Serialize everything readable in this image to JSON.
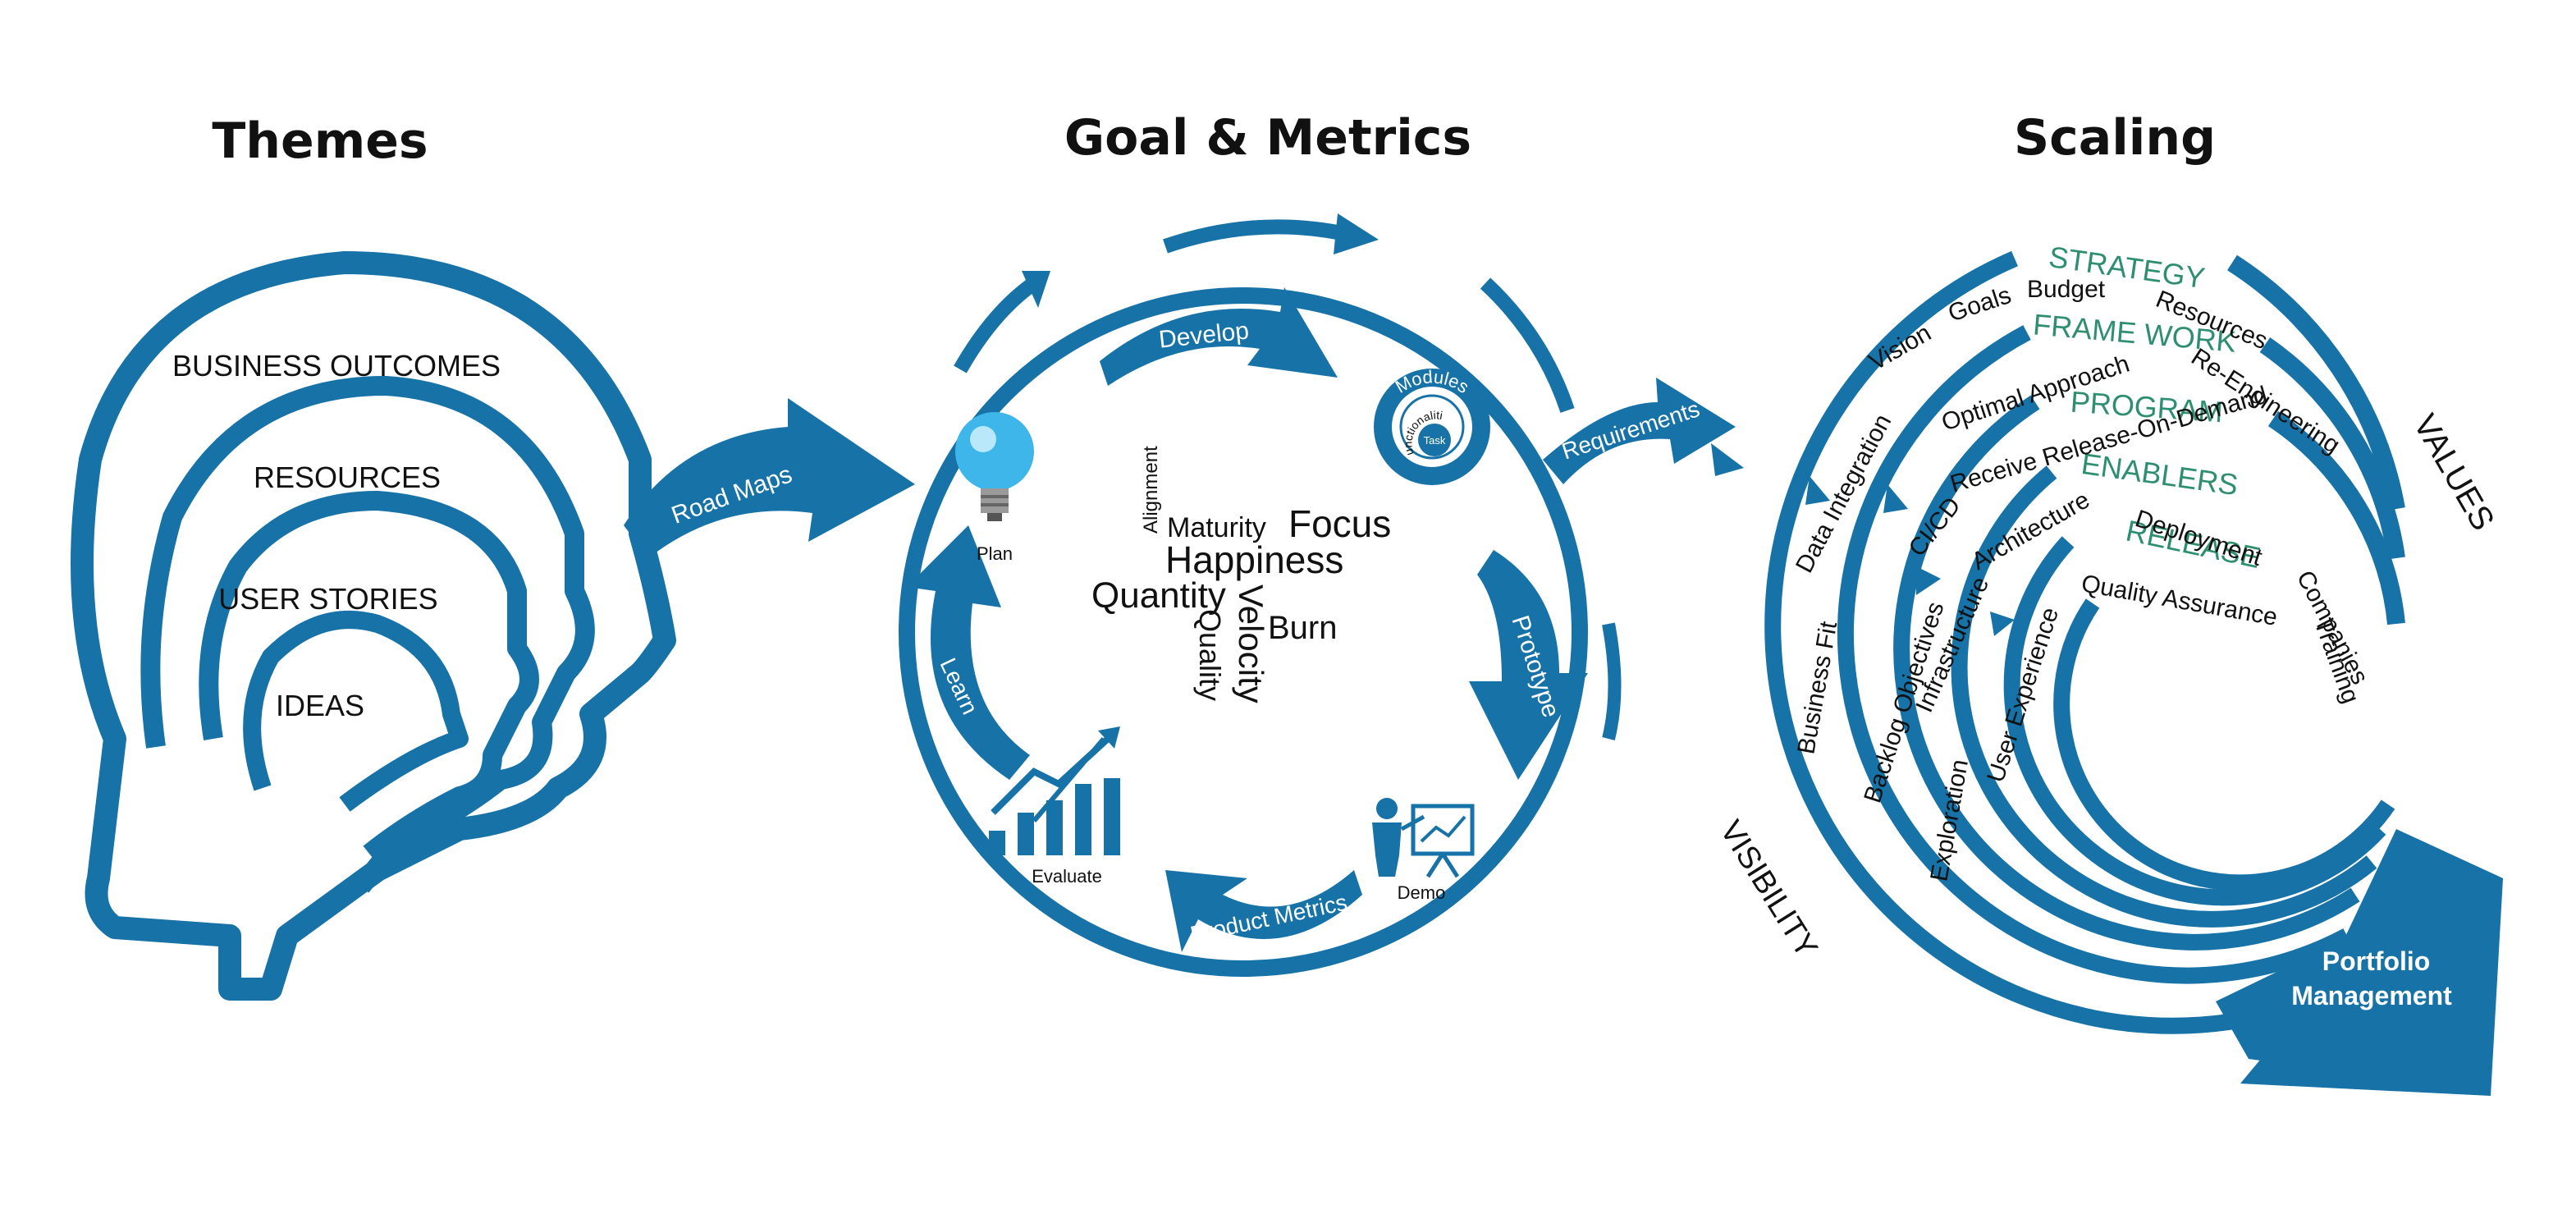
{
  "colors": {
    "primary_blue": "#1672a7",
    "strategy_green": "#2e8f6f",
    "text": "#111111",
    "background": "#ffffff"
  },
  "titles": {
    "themes": "Themes",
    "goal_metrics": "Goal & Metrics",
    "scaling": "Scaling"
  },
  "head_layers": [
    "BUSINESS OUTCOMES",
    "RESOURCES",
    "USER STORIES",
    "IDEAS"
  ],
  "connectors": {
    "road_maps": "Road Maps",
    "requirements": "Requirements"
  },
  "cycle": {
    "develop": "Develop",
    "prototype": "Prototype",
    "product_metrics": "Product Metrics",
    "learn": "Learn",
    "plan": "Plan",
    "evaluate": "Evaluate",
    "demo": "Demo",
    "modules": "Modules",
    "functionalities": "Functionalities",
    "task": "Task"
  },
  "word_cloud": {
    "alignment": "Alignment",
    "maturity": "Maturity",
    "focus": "Focus",
    "happiness": "Happiness",
    "quantity": "Quantity",
    "velocity": "Velocity",
    "burn": "Burn",
    "quality": "Quality"
  },
  "scaling": {
    "values": "VALUES",
    "visibility": "VISIBILITY",
    "portfolio_management": "Portfolio Management",
    "levels": [
      {
        "name": "STRATEGY",
        "items": [
          "Vision",
          "Goals",
          "Budget",
          "Resources"
        ]
      },
      {
        "name": "FRAME WORK",
        "items": [
          "Data Integration",
          "Optimal Approach",
          "Re-Engineering"
        ]
      },
      {
        "name": "PROGRAM",
        "items": [
          "Business Fit",
          "Receive Release-On-Demand"
        ]
      },
      {
        "name": "ENABLERS",
        "items": [
          "Backlog Objectives",
          "CI/CD",
          "Architecture",
          "Deployment",
          "Companies"
        ]
      },
      {
        "name": "RELEASE",
        "items": [
          "Exploration",
          "Infrastructure",
          "User Experience",
          "Quality Assurance",
          "Training"
        ]
      }
    ]
  }
}
